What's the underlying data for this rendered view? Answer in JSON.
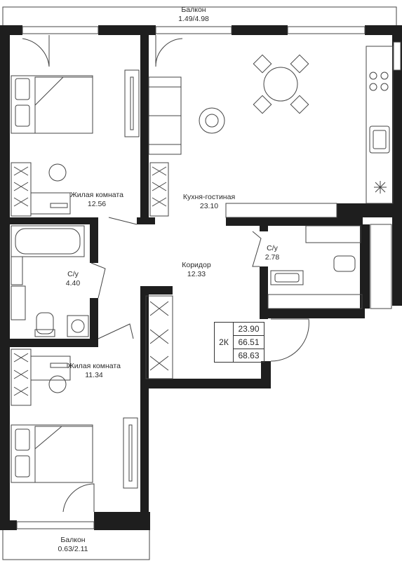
{
  "colors": {
    "wall": "#1e1e1e",
    "line": "#444444",
    "background": "#ffffff"
  },
  "rooms": [
    {
      "name": "Балкон",
      "area": "1.49/4.98"
    },
    {
      "name": "Кухня-гостиная",
      "area": "23.10"
    },
    {
      "name": "Жилая комната",
      "area": "12.56"
    },
    {
      "name": "С/у",
      "area": "2.78"
    },
    {
      "name": "Коридор",
      "area": "12.33"
    },
    {
      "name": "С/у",
      "area": "4.40"
    },
    {
      "name": "Жилая комната",
      "area": "11.34"
    },
    {
      "name": "Балкон",
      "area": "0.63/2.11"
    }
  ],
  "summary": {
    "type": "2К",
    "living_area": "23.90",
    "total_area": "66.51",
    "total_with_balcony": "68.63"
  },
  "icons": [
    "bed-icon",
    "sofa-icon",
    "dining-table-icon",
    "stove-icon",
    "sink-icon",
    "bathtub-icon",
    "toilet-icon",
    "washing-machine-icon",
    "wardrobe-icon",
    "tv-icon",
    "desk-icon",
    "chair-icon",
    "door-icon",
    "window-icon"
  ]
}
